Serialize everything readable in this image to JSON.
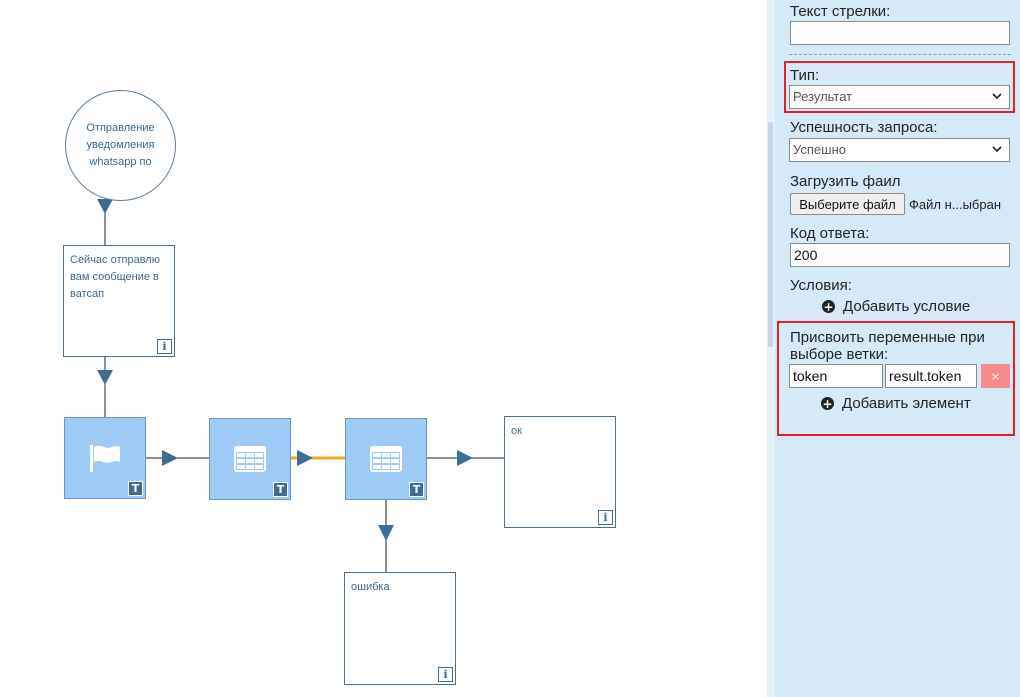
{
  "canvas": {
    "start_node": {
      "text": "Отправление уведомления whatsapp по"
    },
    "message_node": {
      "text": "Сейчас отправлю вам сообщение в ватсап"
    },
    "ok_node": {
      "text": "ок"
    },
    "error_node": {
      "text": "ошибка"
    },
    "badges": {
      "t": "T",
      "i": "i"
    },
    "icons": {
      "flag": "flag-icon",
      "table": "table-icon"
    },
    "colors": {
      "action_fill": "#9ccbf7",
      "link": "#222222",
      "active_link": "#f5a623",
      "arrow": "#3d6d94"
    }
  },
  "panel": {
    "arrow_text": {
      "label": "Текст стрелки:",
      "value": ""
    },
    "type": {
      "label": "Тип:",
      "selected": "Результат"
    },
    "request_success": {
      "label": "Успешность запроса:",
      "selected": "Успешно"
    },
    "upload_file": {
      "label": "Загрузить фаил",
      "button": "Выберите файл",
      "status": "Файл н...ыбран"
    },
    "response_code": {
      "label": "Код ответа:",
      "value": "200"
    },
    "conditions": {
      "label": "Условия:",
      "add": "Добавить условие"
    },
    "assign_vars": {
      "label_line1": "Присвоить переменные при",
      "label_line2": "выборе ветки:",
      "rows": [
        {
          "name": "token",
          "value": "result.token"
        }
      ],
      "delete": "×",
      "add": "Добавить элемент"
    },
    "colors": {
      "background": "#d6e9f7",
      "highlight": "#e0222b",
      "delete": "#f68b8b"
    }
  }
}
